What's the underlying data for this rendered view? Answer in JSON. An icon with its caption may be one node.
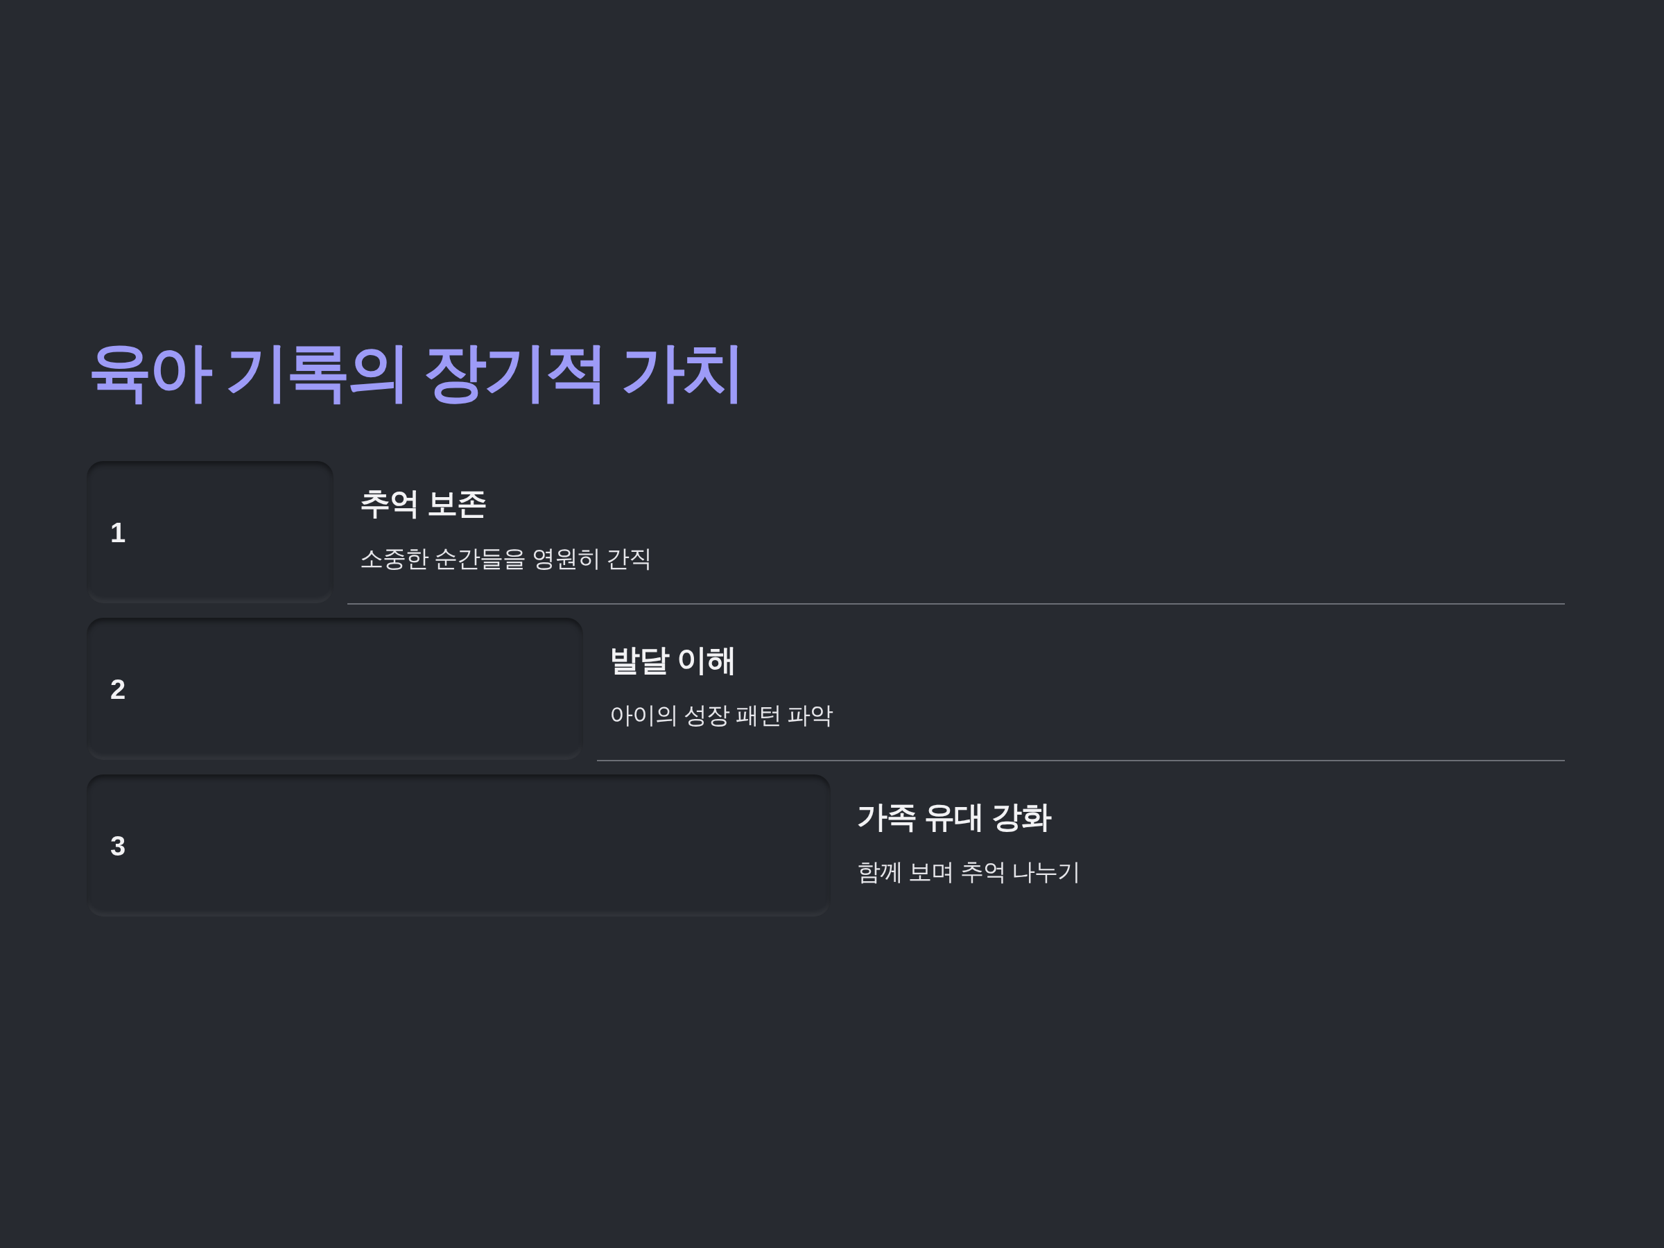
{
  "diagram": {
    "title": "육아 기록의 장기적 가치",
    "nodes": [
      {
        "text": [
          "1"
        ],
        "beside": [
          "추억 보존",
          "소중한 순간들을 영원히 간직"
        ]
      },
      {
        "text": [
          "2"
        ],
        "beside": [
          "발달 이해",
          "아이의 성장 패턴 파악"
        ]
      },
      {
        "text": [
          "3"
        ],
        "beside": [
          "가족 유대 강화",
          "함께 보며 추억 나누기"
        ]
      }
    ]
  }
}
